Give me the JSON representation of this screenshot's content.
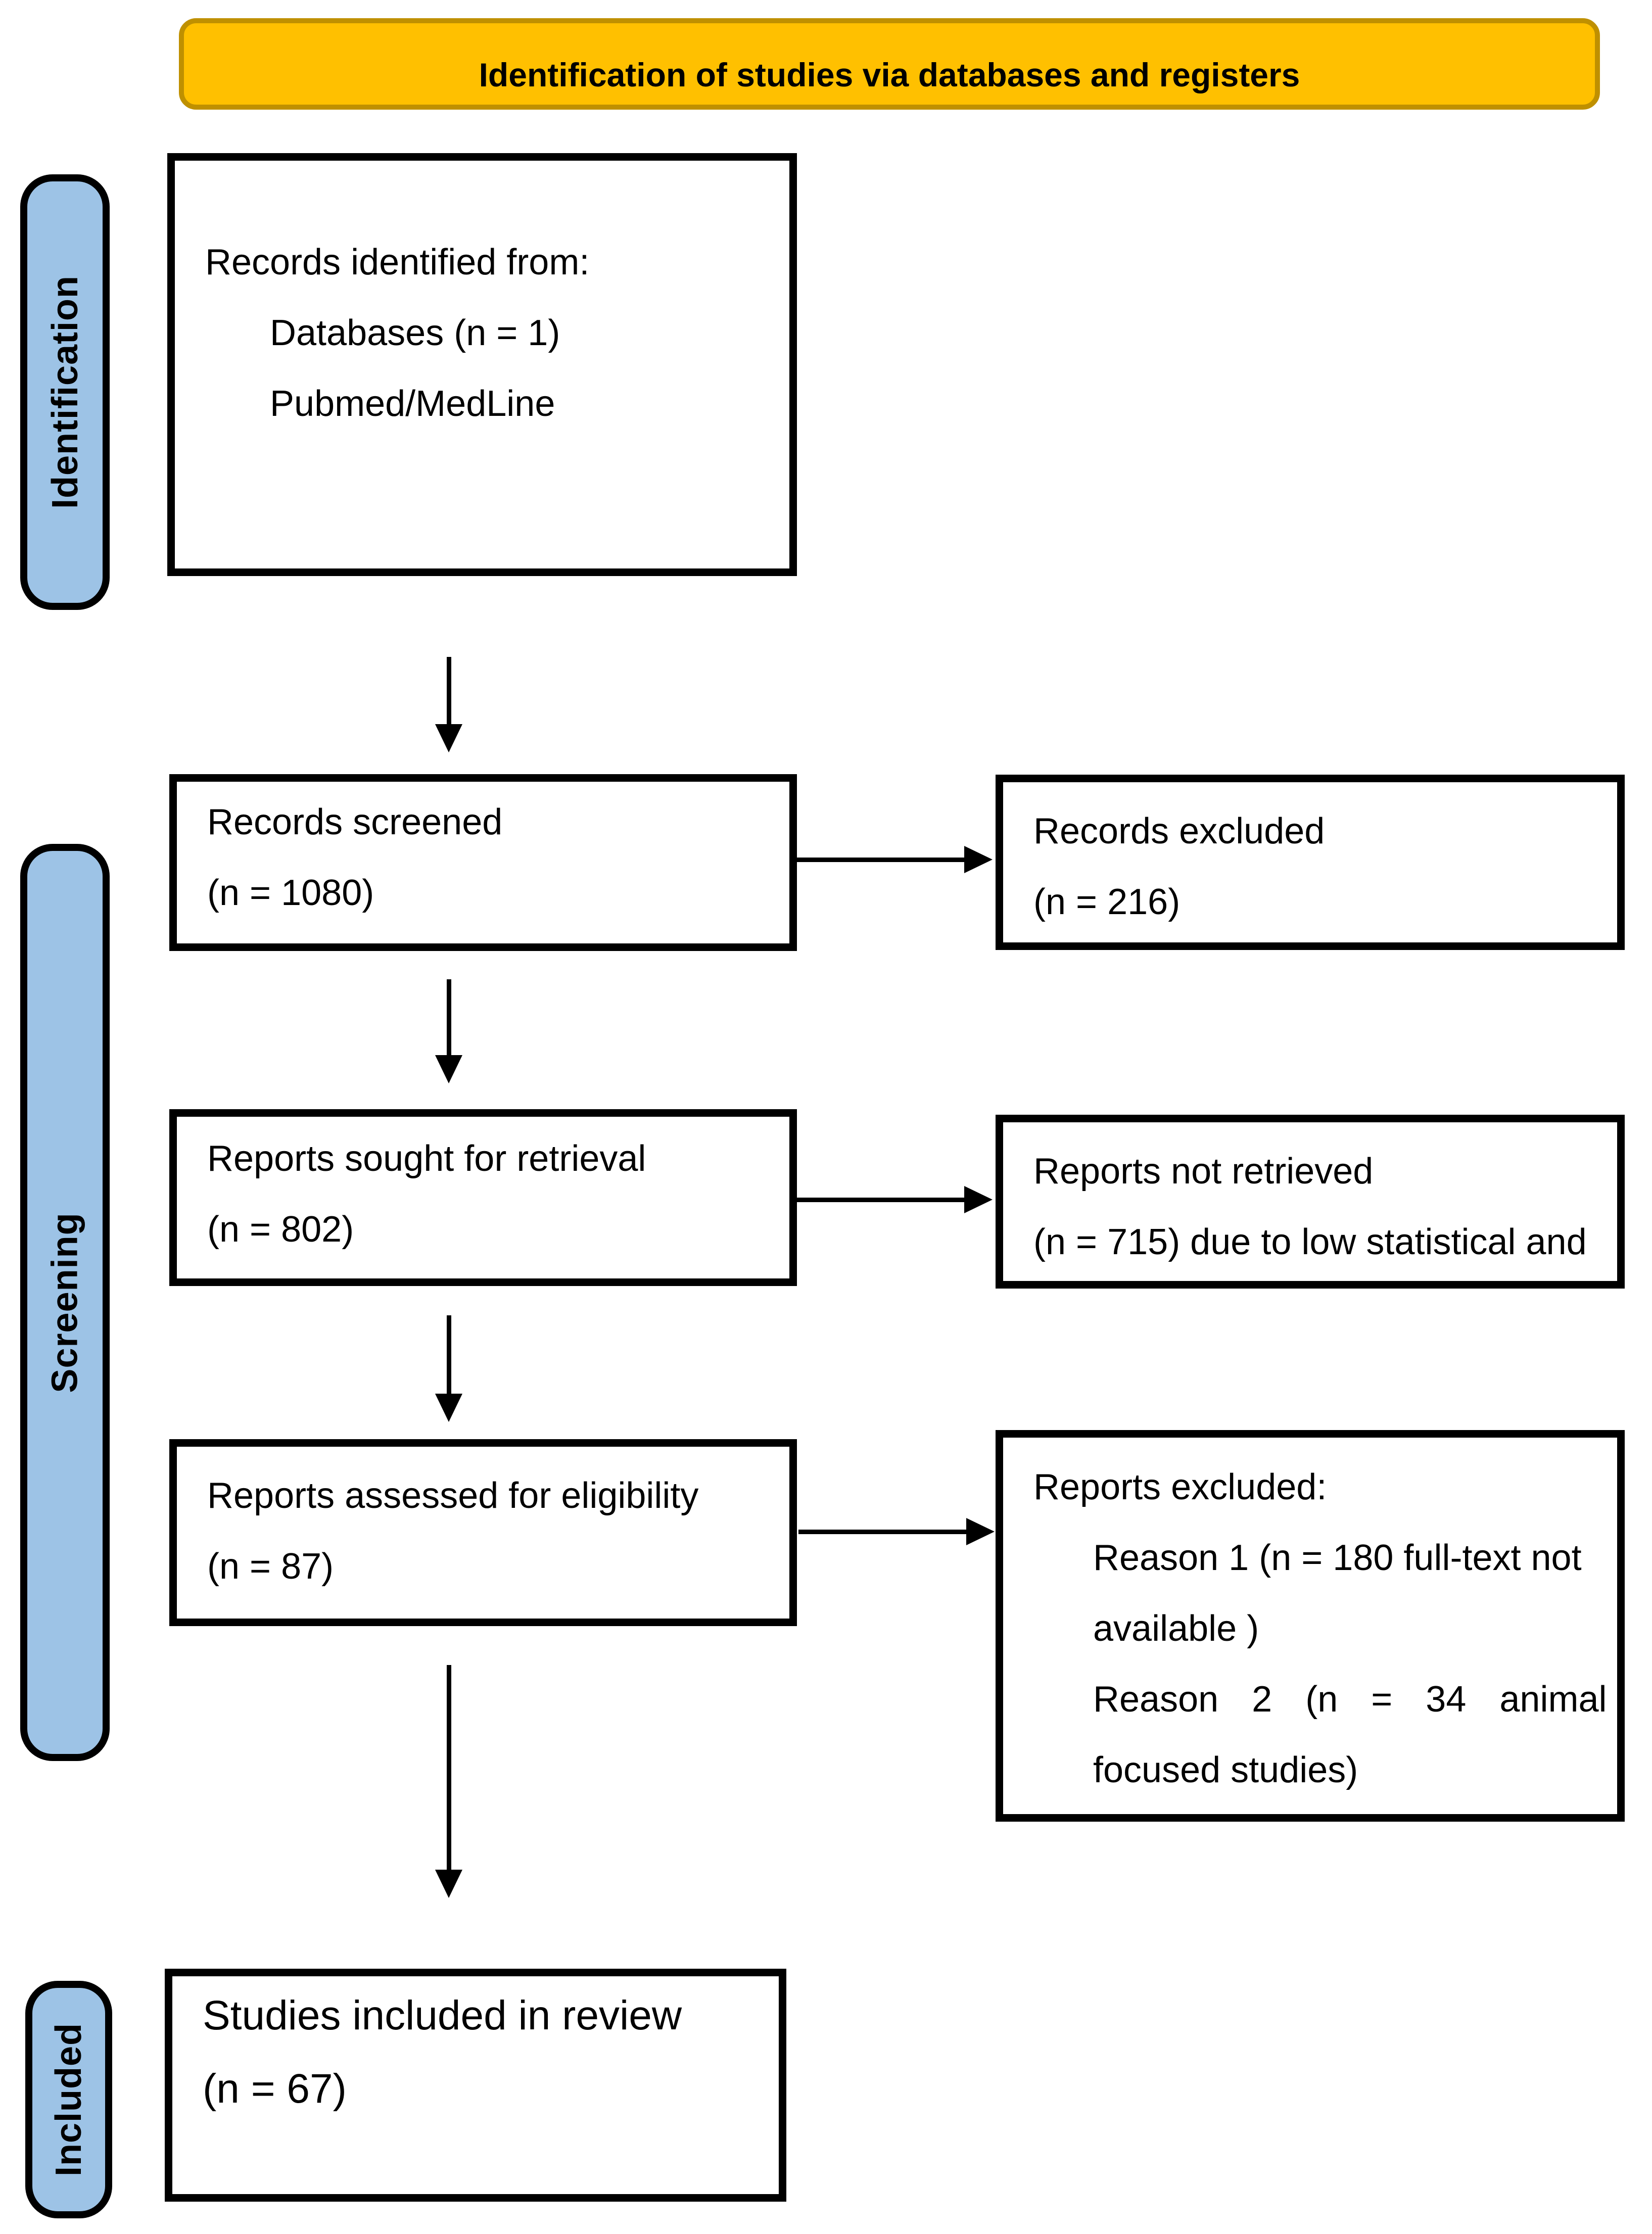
{
  "banner": {
    "title": "Identification of studies via databases and registers"
  },
  "sidebars": {
    "identification": "Identification",
    "screening": "Screening",
    "included": "Included"
  },
  "boxes": {
    "records_identified": {
      "lines": [
        "Records identified from:",
        "Databases (n = 1)",
        "Pubmed/MedLine"
      ]
    },
    "records_screened": {
      "lines": [
        "Records screened",
        "(n = 1080)"
      ]
    },
    "records_excluded": {
      "lines": [
        "Records excluded",
        "(n = 216)"
      ]
    },
    "reports_sought": {
      "lines": [
        "Reports sought for retrieval",
        "(n = 802)"
      ]
    },
    "reports_not_retrieved": {
      "lines": [
        "Reports not retrieved",
        "(n = 715) due to low statistical and"
      ]
    },
    "reports_assessed": {
      "lines": [
        "Reports assessed for eligibility",
        "(n = 87)"
      ]
    },
    "reports_excluded": {
      "lines": [
        "Reports excluded:",
        "Reason 1 (n = 180 full-text not",
        "available )",
        "Reason 2 (n = 34 animal",
        "focused studies)"
      ]
    },
    "studies_included": {
      "lines": [
        "Studies included in review",
        "(n = 67)"
      ]
    }
  },
  "colors": {
    "banner_fill": "#FFC000",
    "banner_border": "#BF9000",
    "sidebar_fill": "#9DC3E6",
    "box_border": "#000000",
    "arrow": "#000000"
  }
}
